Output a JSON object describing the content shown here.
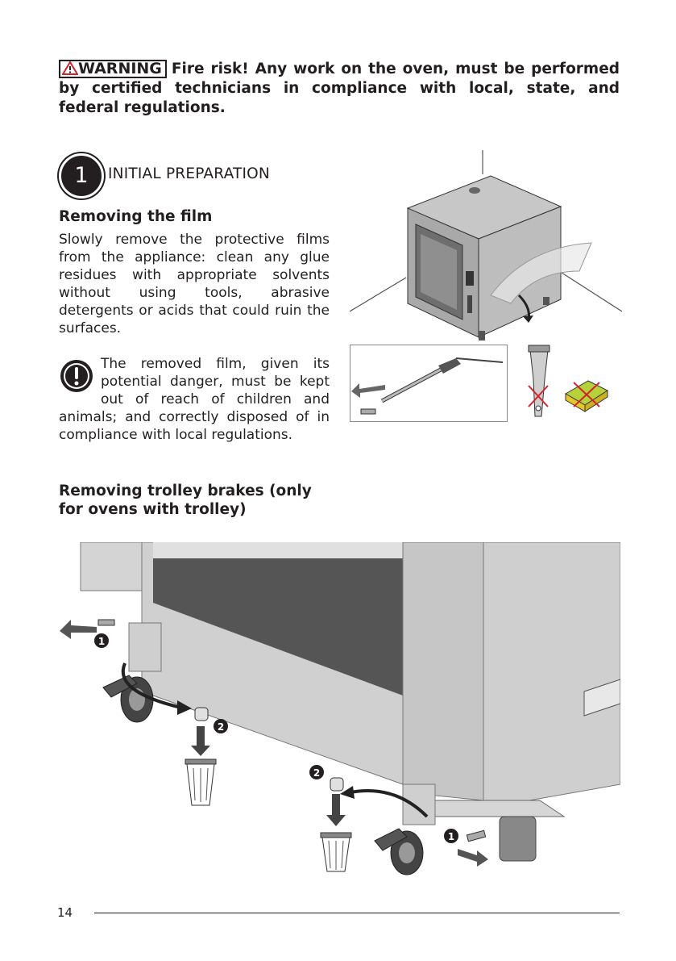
{
  "warning": {
    "badge": "WARNING",
    "text": "Fire risk! Any work on the oven, must be performed by certified technicians in compliance with local, state, and federal regulations."
  },
  "section": {
    "number": "1",
    "title": "INITIAL PREPARATION"
  },
  "film": {
    "heading": "Removing the film",
    "body": "Slowly remove the protective films from the appliance: clean any glue residues with appropriate solvents without using tools, abrasive detergents or acids that could ruin the surfaces.",
    "note": "The removed film, given its potential danger, must be kept out of reach of children and animals; and correctly disposed of in compliance with local regulations."
  },
  "brakes": {
    "heading": "Removing trolley brakes (only for ovens with trolley)"
  },
  "illustration": {
    "callouts": {
      "step1": "1",
      "step2": "2"
    }
  },
  "footer": {
    "page_number": "14"
  }
}
